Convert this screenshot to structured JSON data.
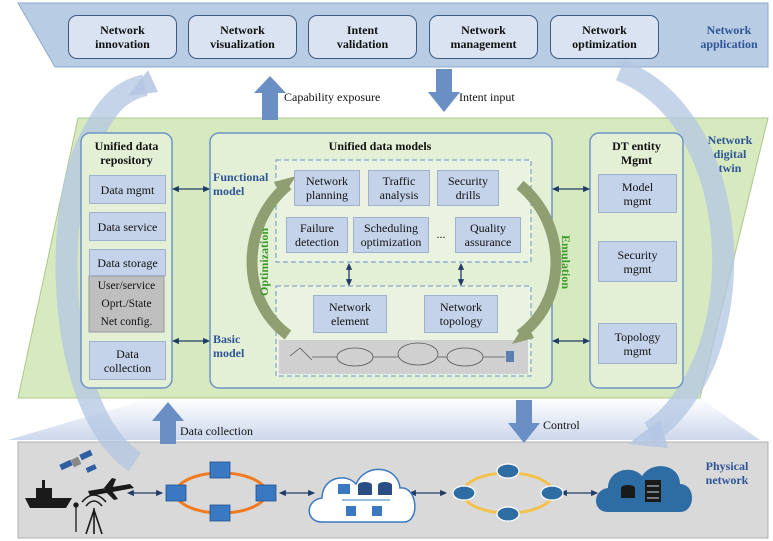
{
  "layers": {
    "application": "Network\napplication",
    "digital_twin": "Network\ndigital\ntwin",
    "physical": "Physical\nnetwork"
  },
  "applications": [
    "Network\ninnovation",
    "Network\nvisualization",
    "Intent\nvalidation",
    "Network\nmanagement",
    "Network\noptimization"
  ],
  "arrows": {
    "capability_exposure": "Capability exposure",
    "intent_input": "Intent input",
    "data_collection": "Data collection",
    "control": "Control"
  },
  "repository": {
    "title": "Unified data\nrepository",
    "data_mgmt": "Data mgmt",
    "data_service": "Data service",
    "data_storage": "Data storage",
    "user_service": "User/service",
    "oprt_state": "Oprt./State",
    "net_config": "Net config.",
    "data_collection": "Data\ncollection"
  },
  "models": {
    "title": "Unified data models",
    "functional": "Functional\nmodel",
    "basic": "Basic\nmodel",
    "optimization": "Optimization",
    "emulation": "Emulation",
    "functional_items": [
      "Network\nplanning",
      "Traffic\nanalysis",
      "Security\ndrills",
      "Failure\ndetection",
      "Scheduling\noptimization",
      "...",
      "Quality\nassurance"
    ],
    "basic_items": [
      "Network\nelement",
      "Network\ntopology"
    ]
  },
  "entity": {
    "title": "DT entity\nMgmt",
    "items": [
      "Model\nmgmt",
      "Security\nmgmt",
      "Topology\nmgmt"
    ]
  },
  "colors": {
    "app_band": "#b8cce4",
    "twin_band": "#d7e9bf",
    "physical_band": "#d9d9d9",
    "arrow_blue": "#6a8fc4",
    "ring_orange": "#f07b20",
    "ring_yellow": "#f2c14e",
    "router_blue": "#2e6da4"
  },
  "icons": [
    "satellite-icon",
    "ship-icon",
    "airplane-icon",
    "cell-tower-icon",
    "switch-icon",
    "cloud-icon",
    "server-icon",
    "router-icon"
  ]
}
